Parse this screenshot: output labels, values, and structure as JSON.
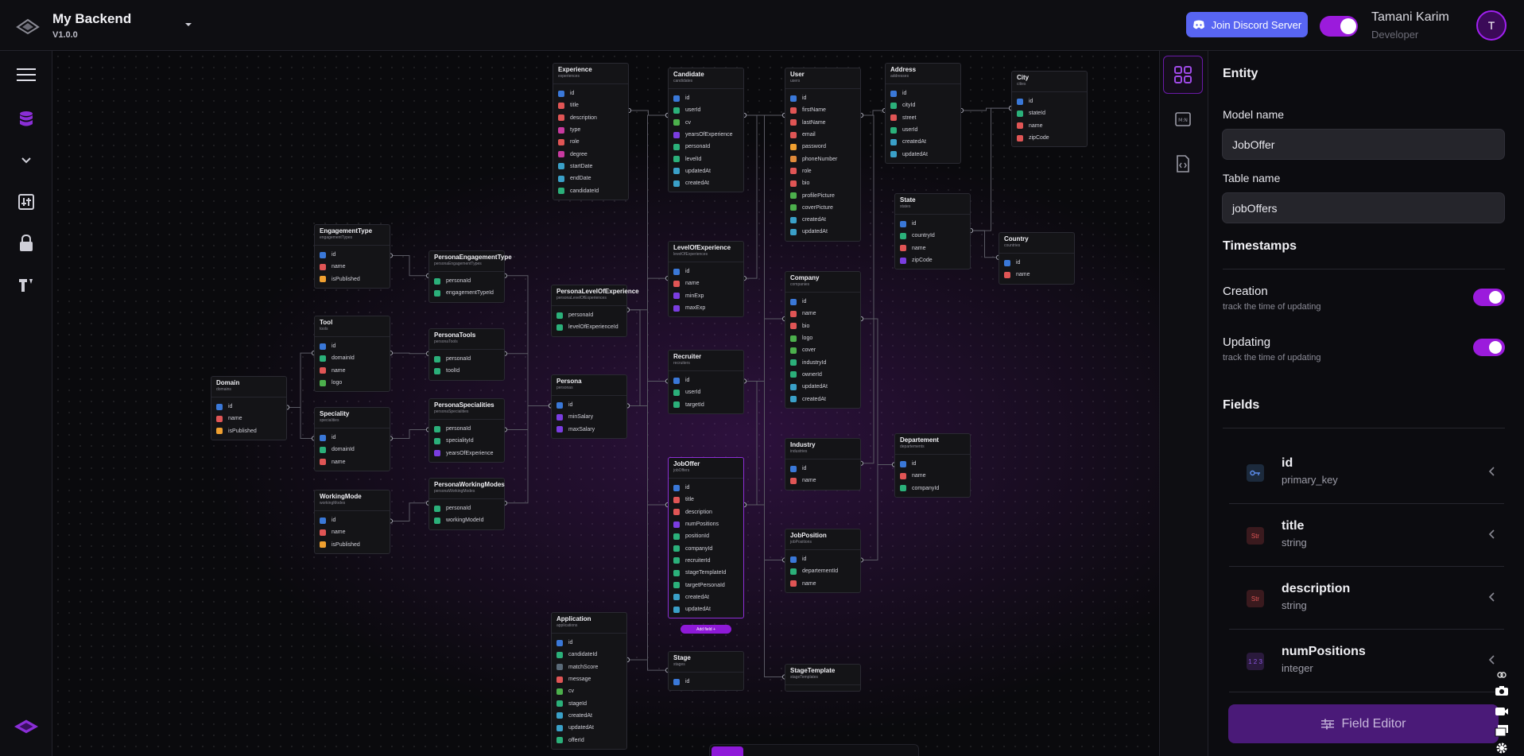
{
  "header": {
    "project_name": "My Backend",
    "project_version": "V1.0.0",
    "discord_button": "Join Discord Server",
    "user_name": "Tamani Karim",
    "user_role": "Developer",
    "avatar_initial": "T"
  },
  "colors": {
    "accent": "#9b1bdc",
    "discord": "#5865f2"
  },
  "rail_icons": [
    "menu-icon",
    "database-icon",
    "chevron-down-icon",
    "sliders-icon",
    "lock-icon",
    "brand-icon"
  ],
  "canvas": {
    "add_field": "Add field",
    "entities": [
      {
        "name": "Experience",
        "table": "experiences",
        "fields": [
          [
            "id",
            "key"
          ],
          [
            "title",
            "str"
          ],
          [
            "description",
            "str"
          ],
          [
            "type",
            "enum"
          ],
          [
            "role",
            "str"
          ],
          [
            "degree",
            "enum"
          ],
          [
            "startDate",
            "date"
          ],
          [
            "endDate",
            "date"
          ],
          [
            "candidateId",
            "rel"
          ]
        ]
      },
      {
        "name": "Candidate",
        "table": "candidates",
        "fields": [
          [
            "id",
            "key"
          ],
          [
            "userId",
            "rel"
          ],
          [
            "cv",
            "img"
          ],
          [
            "yearsOfExperience",
            "int"
          ],
          [
            "personaId",
            "rel"
          ],
          [
            "levelId",
            "rel"
          ],
          [
            "updatedAt",
            "date"
          ],
          [
            "createdAt",
            "date"
          ]
        ]
      },
      {
        "name": "User",
        "table": "users",
        "fields": [
          [
            "id",
            "key"
          ],
          [
            "firstName",
            "str"
          ],
          [
            "lastName",
            "str"
          ],
          [
            "email",
            "str"
          ],
          [
            "password",
            "bool"
          ],
          [
            "phoneNumber",
            "phone"
          ],
          [
            "role",
            "str"
          ],
          [
            "bio",
            "str"
          ],
          [
            "profilePicture",
            "img"
          ],
          [
            "coverPicture",
            "img"
          ],
          [
            "createdAt",
            "date"
          ],
          [
            "updatedAt",
            "date"
          ]
        ]
      },
      {
        "name": "Address",
        "table": "addresses",
        "fields": [
          [
            "id",
            "key"
          ],
          [
            "cityId",
            "rel"
          ],
          [
            "street",
            "str"
          ],
          [
            "userId",
            "rel"
          ],
          [
            "createdAt",
            "date"
          ],
          [
            "updatedAt",
            "date"
          ]
        ]
      },
      {
        "name": "City",
        "table": "cities",
        "fields": [
          [
            "id",
            "key"
          ],
          [
            "stateId",
            "rel"
          ],
          [
            "name",
            "str"
          ],
          [
            "zipCode",
            "str"
          ]
        ]
      },
      {
        "name": "State",
        "table": "states",
        "fields": [
          [
            "id",
            "key"
          ],
          [
            "countryId",
            "rel"
          ],
          [
            "name",
            "str"
          ],
          [
            "zipCode",
            "int"
          ]
        ]
      },
      {
        "name": "Country",
        "table": "countries",
        "fields": [
          [
            "id",
            "key"
          ],
          [
            "name",
            "str"
          ]
        ]
      },
      {
        "name": "EngagementType",
        "table": "engagementTypes",
        "fields": [
          [
            "id",
            "key"
          ],
          [
            "name",
            "str"
          ],
          [
            "isPublished",
            "bool"
          ]
        ]
      },
      {
        "name": "PersonaEngagementType",
        "table": "personaEngagementTypes",
        "fields": [
          [
            "personaId",
            "rel"
          ],
          [
            "engagementTypeId",
            "rel"
          ]
        ]
      },
      {
        "name": "PersonaLevelOfExperience",
        "table": "personaLevelOfExperiences",
        "fields": [
          [
            "personaId",
            "rel"
          ],
          [
            "levelOfExperienceId",
            "rel"
          ]
        ]
      },
      {
        "name": "LevelOfExperience",
        "table": "levelOfExperiences",
        "fields": [
          [
            "id",
            "key"
          ],
          [
            "name",
            "str"
          ],
          [
            "minExp",
            "int"
          ],
          [
            "maxExp",
            "int"
          ]
        ]
      },
      {
        "name": "Company",
        "table": "companies",
        "fields": [
          [
            "id",
            "key"
          ],
          [
            "name",
            "str"
          ],
          [
            "bio",
            "str"
          ],
          [
            "logo",
            "img"
          ],
          [
            "cover",
            "img"
          ],
          [
            "industryId",
            "rel"
          ],
          [
            "ownerId",
            "rel"
          ],
          [
            "updatedAt",
            "date"
          ],
          [
            "createdAt",
            "date"
          ]
        ]
      },
      {
        "name": "Tool",
        "table": "tools",
        "fields": [
          [
            "id",
            "key"
          ],
          [
            "domainId",
            "rel"
          ],
          [
            "name",
            "str"
          ],
          [
            "logo",
            "img"
          ]
        ]
      },
      {
        "name": "PersonaTools",
        "table": "personaTools",
        "fields": [
          [
            "personaId",
            "rel"
          ],
          [
            "toolId",
            "rel"
          ]
        ]
      },
      {
        "name": "Domain",
        "table": "domains",
        "fields": [
          [
            "id",
            "key"
          ],
          [
            "name",
            "str"
          ],
          [
            "isPublished",
            "bool"
          ]
        ]
      },
      {
        "name": "Persona",
        "table": "personas",
        "fields": [
          [
            "id",
            "key"
          ],
          [
            "minSalary",
            "int"
          ],
          [
            "maxSalary",
            "int"
          ]
        ]
      },
      {
        "name": "Recruiter",
        "table": "recruiters",
        "fields": [
          [
            "id",
            "key"
          ],
          [
            "userId",
            "rel"
          ],
          [
            "targetId",
            "rel"
          ]
        ]
      },
      {
        "name": "Speciality",
        "table": "specialities",
        "fields": [
          [
            "id",
            "key"
          ],
          [
            "domainId",
            "rel"
          ],
          [
            "name",
            "str"
          ]
        ]
      },
      {
        "name": "PersonaSpecialities",
        "table": "personaSpecialities",
        "fields": [
          [
            "personaId",
            "rel"
          ],
          [
            "specialityId",
            "rel"
          ],
          [
            "yearsOfExperience",
            "int"
          ]
        ]
      },
      {
        "name": "Industry",
        "table": "industries",
        "fields": [
          [
            "id",
            "key"
          ],
          [
            "name",
            "str"
          ]
        ]
      },
      {
        "name": "Departement",
        "table": "departements",
        "fields": [
          [
            "id",
            "key"
          ],
          [
            "name",
            "str"
          ],
          [
            "companyId",
            "rel"
          ]
        ]
      },
      {
        "name": "WorkingMode",
        "table": "workingModes",
        "fields": [
          [
            "id",
            "key"
          ],
          [
            "name",
            "str"
          ],
          [
            "isPublished",
            "bool"
          ]
        ]
      },
      {
        "name": "PersonaWorkingModes",
        "table": "personaWorkingModes",
        "fields": [
          [
            "personaId",
            "rel"
          ],
          [
            "workingModeId",
            "rel"
          ]
        ]
      },
      {
        "name": "JobOffer",
        "table": "jobOffers",
        "fields": [
          [
            "id",
            "key"
          ],
          [
            "title",
            "str"
          ],
          [
            "description",
            "str"
          ],
          [
            "numPositions",
            "int"
          ],
          [
            "positionId",
            "rel"
          ],
          [
            "companyId",
            "rel"
          ],
          [
            "recruiterId",
            "rel"
          ],
          [
            "stageTemplateId",
            "rel"
          ],
          [
            "targetPersonaId",
            "rel"
          ],
          [
            "createdAt",
            "date"
          ],
          [
            "updatedAt",
            "date"
          ]
        ]
      },
      {
        "name": "JobPosition",
        "table": "jobPositions",
        "fields": [
          [
            "id",
            "key"
          ],
          [
            "departementId",
            "rel"
          ],
          [
            "name",
            "str"
          ]
        ]
      },
      {
        "name": "Application",
        "table": "applications",
        "fields": [
          [
            "id",
            "key"
          ],
          [
            "candidateId",
            "rel"
          ],
          [
            "matchScore",
            "dbl"
          ],
          [
            "message",
            "str"
          ],
          [
            "cv",
            "img"
          ],
          [
            "stageId",
            "rel"
          ],
          [
            "createdAt",
            "date"
          ],
          [
            "updatedAt",
            "date"
          ],
          [
            "offerId",
            "rel"
          ]
        ]
      },
      {
        "name": "Stage",
        "table": "stages",
        "fields": [
          [
            "id",
            "key"
          ]
        ]
      },
      {
        "name": "StageTemplate",
        "table": "stageTemplates",
        "fields": []
      }
    ]
  },
  "toolbar": [
    "pointer-icon",
    "plus-icon",
    "trash-icon",
    "zoom-in-icon",
    "zoom-out-icon",
    "fullscreen-icon"
  ],
  "panel": {
    "entity_heading": "Entity",
    "model_name_label": "Model name",
    "model_name_value": "JobOffer",
    "table_name_label": "Table name",
    "table_name_value": "jobOffers",
    "timestamps_heading": "Timestamps",
    "creation_title": "Creation",
    "creation_sub": "track the time of updating",
    "updating_title": "Updating",
    "updating_sub": "track the time of updating",
    "fields_heading": "Fields",
    "fields": [
      {
        "name": "id",
        "type": "primary_key",
        "badge": ""
      },
      {
        "name": "title",
        "type": "string",
        "badge": "Str"
      },
      {
        "name": "description",
        "type": "string",
        "badge": "Str"
      },
      {
        "name": "numPositions",
        "type": "integer",
        "badge": "1 2 3"
      }
    ],
    "field_editor": "Field Editor"
  }
}
